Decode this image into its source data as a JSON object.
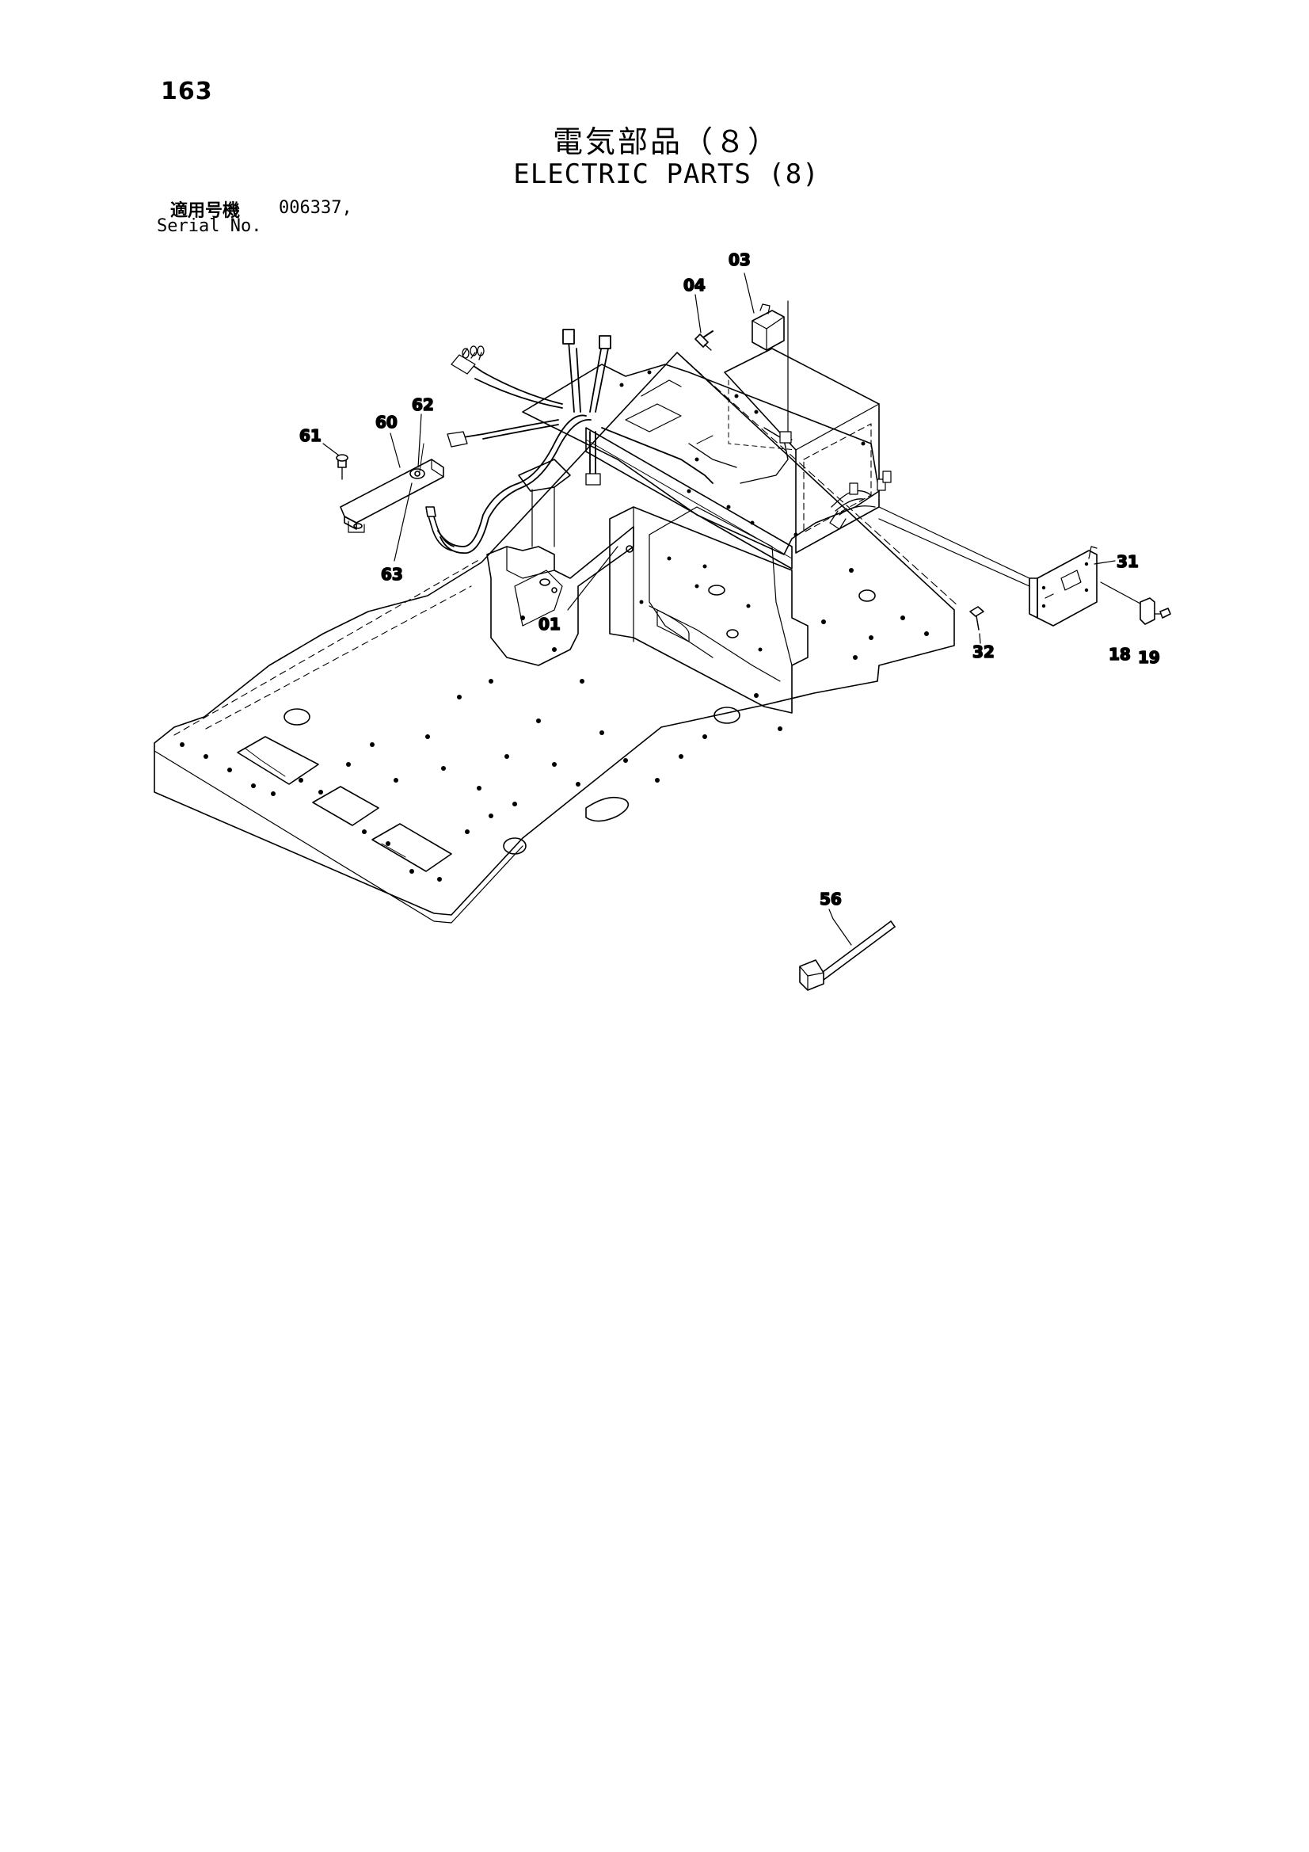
{
  "page_number": "163",
  "title_jp": "電気部品（８）",
  "title_en": "ELECTRIC PARTS (8)",
  "serial": {
    "label_jp": "適用号機",
    "value": "006337,",
    "label_en": "Serial No."
  },
  "callouts": {
    "c03": "03",
    "c04": "04",
    "c61": "61",
    "c60": "60",
    "c62": "62",
    "c63": "63",
    "c01": "01",
    "c31": "31",
    "c32": "32",
    "c18": "18",
    "c19": "19",
    "c56": "56"
  }
}
